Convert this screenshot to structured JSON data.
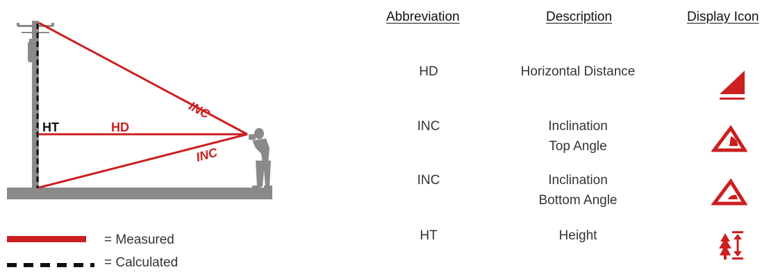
{
  "diagram": {
    "labels": {
      "ht": "HT",
      "hd": "HD",
      "inc_top": "INC",
      "inc_bottom": "INC"
    },
    "colors": {
      "measured": "#cc1f1f",
      "calculated": "#111111",
      "silhouette": "#8a8a8a"
    }
  },
  "legend": {
    "measured": "= Measured",
    "calculated": "= Calculated"
  },
  "table": {
    "headers": {
      "abbreviation": "Abbreviation",
      "description": "Description",
      "display_icon": "Display Icon"
    },
    "rows": [
      {
        "abbr": "HD",
        "desc_line1": "Horizontal Distance",
        "desc_line2": "",
        "icon": "horizontal-distance-icon"
      },
      {
        "abbr": "INC",
        "desc_line1": "Inclination",
        "desc_line2": "Top Angle",
        "icon": "inclination-top-angle-icon"
      },
      {
        "abbr": "INC",
        "desc_line1": "Inclination",
        "desc_line2": "Bottom Angle",
        "icon": "inclination-bottom-angle-icon"
      },
      {
        "abbr": "HT",
        "desc_line1": "Height",
        "desc_line2": "",
        "icon": "height-tree-icon"
      }
    ]
  }
}
